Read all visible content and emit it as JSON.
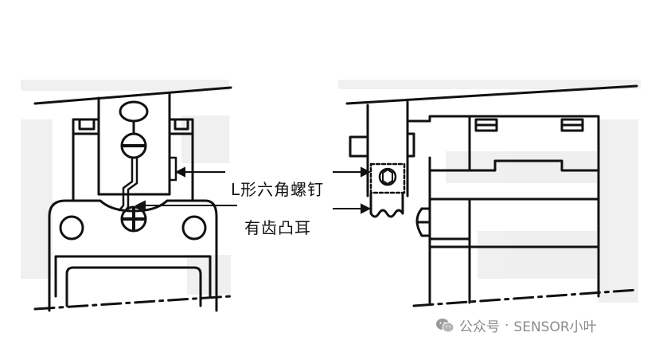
{
  "labels": {
    "l_screw": "L形六角螺钉",
    "toothed_lug": "有齿凸耳"
  },
  "watermark": {
    "prefix": "公众号",
    "separator": "·",
    "account": "SENSOR小叶",
    "icon": "wechat-icon"
  },
  "colors": {
    "line": "#111111",
    "texture": "#d7d7d7",
    "watermark": "#8a8a8a"
  }
}
